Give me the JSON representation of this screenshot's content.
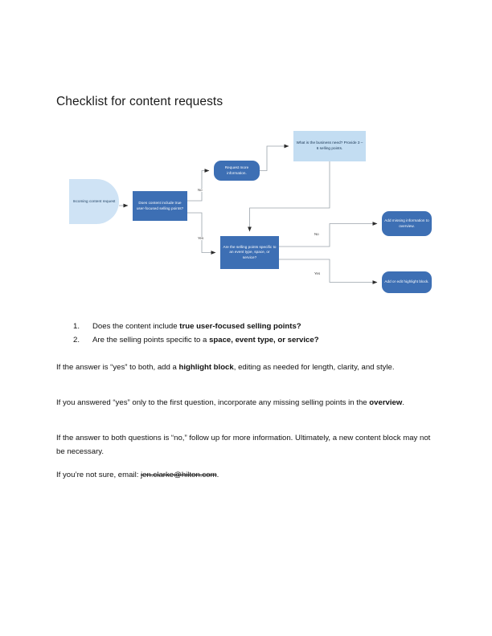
{
  "document": {
    "title": "Checklist for content requests"
  },
  "flowchart": {
    "nodes": {
      "incoming": "Incoming content request",
      "question_one": "Does content include true user-focused selling points?",
      "request_more": "Request more information.",
      "business_need": "What is the business need? Provide 3 – 6 selling points.",
      "question_two": "Are the selling points specific to an event type, space, or service?",
      "add_missing": "Add missing information to overview.",
      "add_edit": "Add or edit highlight block."
    },
    "edge_labels": {
      "no_one": "No",
      "yes_one": "Yes",
      "no_two": "No",
      "yes_two": "Yes"
    },
    "colors": {
      "node_dark": "#3d6fb4",
      "node_light": "#c3ddf2",
      "node_start": "#cfe3f5",
      "connector": "#9aa3ab",
      "arrowhead": "#2b2b2b"
    }
  },
  "checklist": {
    "items": [
      {
        "number": "1.",
        "text_before": "Does the content include ",
        "text_bold": "true user-focused selling points?",
        "text_after": ""
      },
      {
        "number": "2.",
        "text_before": "Are the selling points specific to a ",
        "text_bold": "space, event type, or service?",
        "text_after": ""
      }
    ]
  },
  "paragraphs": {
    "p1_before": "If the answer is “yes” to both, add a ",
    "p1_bold": "highlight block",
    "p1_after": ", editing as needed for length, clarity, and style.",
    "p2_before": "If you answered “yes” only to the first question, incorporate any missing selling points in the ",
    "p2_bold": "overview",
    "p2_after": ".",
    "p3": "If the answer to both questions is “no,” follow up for more information. Ultimately, a new content block may not be necessary.",
    "p4_before": "If you’re not sure, email: ",
    "p4_email": "jen.clarke@hilton.com",
    "p4_after": "."
  }
}
